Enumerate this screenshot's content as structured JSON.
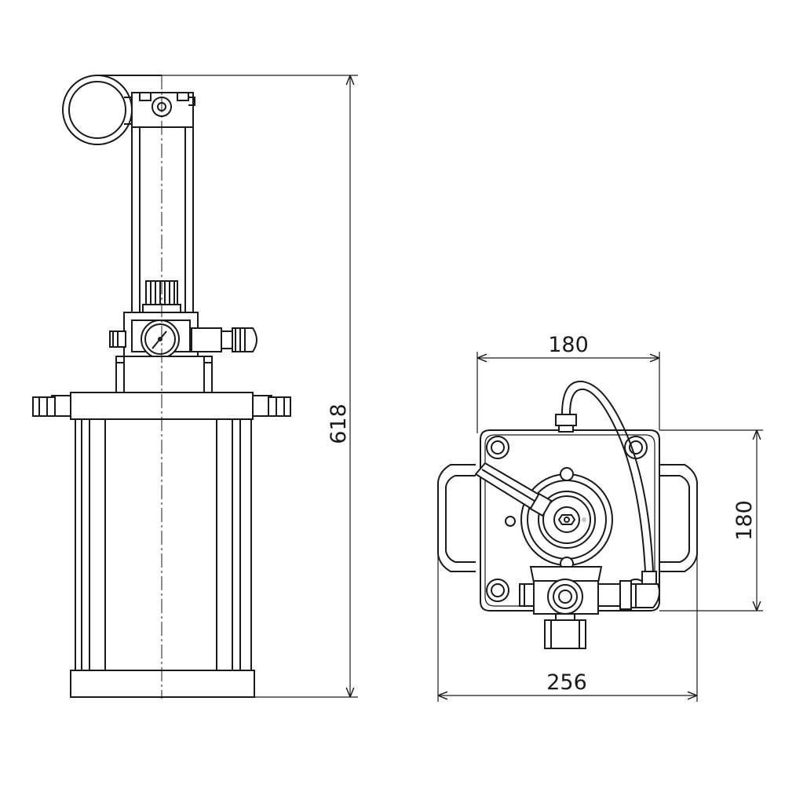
{
  "drawing": {
    "side_view": {
      "height_dimension": "618"
    },
    "top_view": {
      "top_width_dimension": "180",
      "right_height_dimension": "180",
      "bottom_width_dimension": "256"
    }
  },
  "colors": {
    "line": "#1a1a1a",
    "background": "#ffffff"
  }
}
